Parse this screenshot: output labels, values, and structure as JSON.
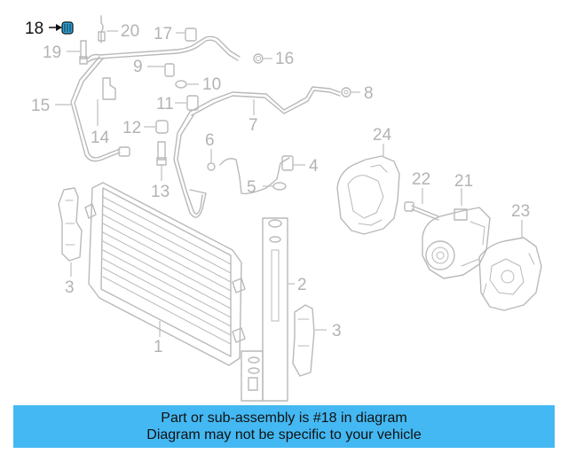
{
  "callouts": [
    "18",
    "20",
    "17",
    "19",
    "16",
    "9",
    "10",
    "8",
    "15",
    "11",
    "7",
    "12",
    "14",
    "6",
    "24",
    "4",
    "13",
    "5",
    "22",
    "21",
    "23",
    "2",
    "3",
    "3",
    "1"
  ],
  "highlighted_callout": "18",
  "caption": {
    "line1": "Part or sub-assembly is #18 in diagram",
    "line2": "Diagram may not be specific to your vehicle"
  },
  "colors": {
    "caption_bg": "#44b8f2",
    "highlight": "#2aa3d8",
    "linework": "#b9b9b9"
  }
}
